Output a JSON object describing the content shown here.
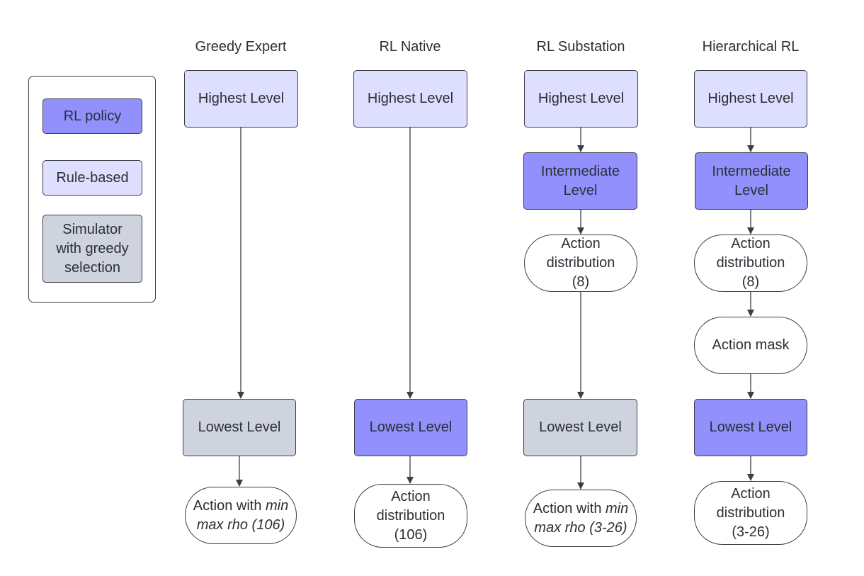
{
  "legend": {
    "rl_policy": "RL policy",
    "rule_based": "Rule-based",
    "simulator": [
      "Simulator",
      "with greedy",
      "selection"
    ]
  },
  "columns": {
    "greedy_expert": {
      "title": "Greedy Expert",
      "highest": "Highest Level",
      "lowest": "Lowest Level",
      "output_line1_plain": "Action with ",
      "output_line1_italic": "min",
      "output_line2_italic": "max rho (106)"
    },
    "rl_native": {
      "title": "RL Native",
      "highest": "Highest Level",
      "lowest": "Lowest Level",
      "output": [
        "Action",
        "distribution",
        "(106)"
      ]
    },
    "rl_substation": {
      "title": "RL Substation",
      "highest": "Highest Level",
      "intermediate": [
        "Intermediate",
        "Level"
      ],
      "action_distribution": [
        "Action",
        "distribution",
        "(8)"
      ],
      "lowest": "Lowest Level",
      "output_line1_plain": "Action with ",
      "output_line1_italic": "min",
      "output_line2_italic": "max rho (3-26)"
    },
    "hierarchical_rl": {
      "title": "Hierarchical RL",
      "highest": "Highest Level",
      "intermediate": [
        "Intermediate",
        "Level"
      ],
      "action_distribution": [
        "Action",
        "distribution",
        "(8)"
      ],
      "action_mask": "Action mask",
      "lowest": "Lowest Level",
      "output": [
        "Action",
        "distribution",
        "(3-26)"
      ]
    }
  },
  "colors": {
    "rl_policy": "#9190fc",
    "rule_based": "#dedefe",
    "simulator": "#cfd3dd",
    "terminal": "#ffffff",
    "stroke": "#3a3e47"
  }
}
